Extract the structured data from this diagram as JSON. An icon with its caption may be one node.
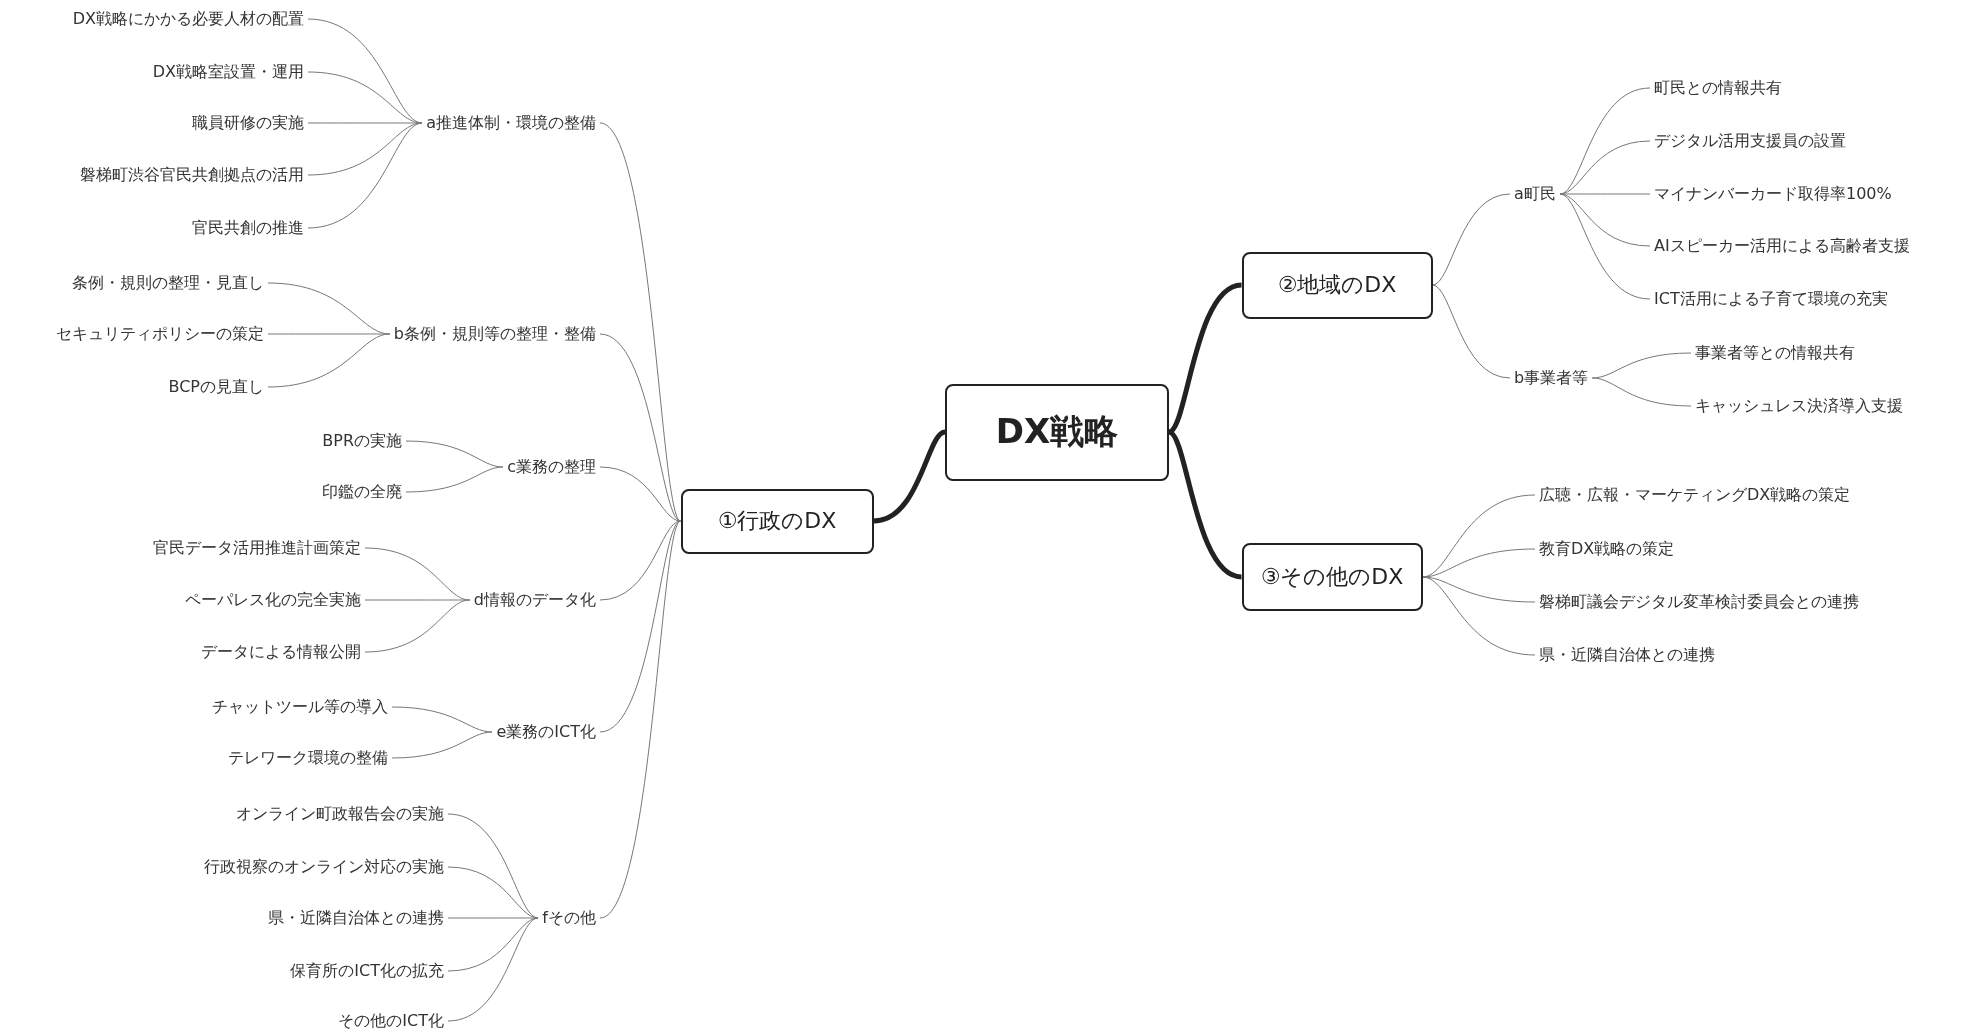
{
  "diagram": {
    "nodes": [
      {
        "text": [
          "DX戦略"
        ]
      },
      {
        "text": [
          "①行政のDX"
        ]
      },
      {
        "text": [
          "②地域のDX"
        ]
      },
      {
        "text": [
          "③その他のDX"
        ]
      },
      {
        "text": [
          "a推進体制・環境の整備"
        ]
      },
      {
        "text": [
          "DX戦略にかかる必要人材の配置"
        ]
      },
      {
        "text": [
          "DX戦略室設置・運用"
        ]
      },
      {
        "text": [
          "職員研修の実施"
        ]
      },
      {
        "text": [
          "磐梯町渋谷官民共創拠点の活用"
        ]
      },
      {
        "text": [
          "官民共創の推進"
        ]
      },
      {
        "text": [
          "b条例・規則等の整理・整備"
        ]
      },
      {
        "text": [
          "条例・規則の整理・見直し"
        ]
      },
      {
        "text": [
          "セキュリティポリシーの策定"
        ]
      },
      {
        "text": [
          "BCPの見直し"
        ]
      },
      {
        "text": [
          "c業務の整理"
        ]
      },
      {
        "text": [
          "BPRの実施"
        ]
      },
      {
        "text": [
          "印鑑の全廃"
        ]
      },
      {
        "text": [
          "d情報のデータ化"
        ]
      },
      {
        "text": [
          "官民データ活用推進計画策定"
        ]
      },
      {
        "text": [
          "ペーパレス化の完全実施"
        ]
      },
      {
        "text": [
          "データによる情報公開"
        ]
      },
      {
        "text": [
          "e業務のICT化"
        ]
      },
      {
        "text": [
          "チャットツール等の導入"
        ]
      },
      {
        "text": [
          "テレワーク環境の整備"
        ]
      },
      {
        "text": [
          "fその他"
        ]
      },
      {
        "text": [
          "オンライン町政報告会の実施"
        ]
      },
      {
        "text": [
          "行政視察のオンライン対応の実施"
        ]
      },
      {
        "text": [
          "県・近隣自治体との連携"
        ]
      },
      {
        "text": [
          "保育所のICT化の拡充"
        ]
      },
      {
        "text": [
          "その他のICT化"
        ]
      },
      {
        "text": [
          "a町民"
        ]
      },
      {
        "text": [
          "町民との情報共有"
        ]
      },
      {
        "text": [
          "デジタル活用支援員の設置"
        ]
      },
      {
        "text": [
          "マイナンバーカード取得率100%"
        ]
      },
      {
        "text": [
          "AIスピーカー活用による高齢者支援"
        ]
      },
      {
        "text": [
          "ICT活用による子育て環境の充実"
        ]
      },
      {
        "text": [
          "b事業者等"
        ]
      },
      {
        "text": [
          "事業者等との情報共有"
        ]
      },
      {
        "text": [
          "キャッシュレス決済導入支援"
        ]
      },
      {
        "text": [
          "広聴・広報・マーケティングDX戦略の策定"
        ]
      },
      {
        "text": [
          "教育DX戦略の策定"
        ]
      },
      {
        "text": [
          "磐梯町議会デジタル変革検討委員会との連携"
        ]
      },
      {
        "text": [
          "県・近隣自治体との連携"
        ]
      }
    ],
    "edges": [
      {
        "from": 0,
        "to": 1,
        "arrow": "none",
        "style": "thick"
      },
      {
        "from": 0,
        "to": 2,
        "arrow": "none",
        "style": "thick"
      },
      {
        "from": 0,
        "to": 3,
        "arrow": "none",
        "style": "thick"
      },
      {
        "from": 1,
        "to": 4,
        "arrow": "none"
      },
      {
        "from": 4,
        "to": 5,
        "arrow": "none"
      },
      {
        "from": 4,
        "to": 6,
        "arrow": "none"
      },
      {
        "from": 4,
        "to": 7,
        "arrow": "none"
      },
      {
        "from": 4,
        "to": 8,
        "arrow": "none"
      },
      {
        "from": 4,
        "to": 9,
        "arrow": "none"
      },
      {
        "from": 1,
        "to": 10,
        "arrow": "none"
      },
      {
        "from": 10,
        "to": 11,
        "arrow": "none"
      },
      {
        "from": 10,
        "to": 12,
        "arrow": "none"
      },
      {
        "from": 10,
        "to": 13,
        "arrow": "none"
      },
      {
        "from": 1,
        "to": 14,
        "arrow": "none"
      },
      {
        "from": 14,
        "to": 15,
        "arrow": "none"
      },
      {
        "from": 14,
        "to": 16,
        "arrow": "none"
      },
      {
        "from": 1,
        "to": 17,
        "arrow": "none"
      },
      {
        "from": 17,
        "to": 18,
        "arrow": "none"
      },
      {
        "from": 17,
        "to": 19,
        "arrow": "none"
      },
      {
        "from": 17,
        "to": 20,
        "arrow": "none"
      },
      {
        "from": 1,
        "to": 21,
        "arrow": "none"
      },
      {
        "from": 21,
        "to": 22,
        "arrow": "none"
      },
      {
        "from": 21,
        "to": 23,
        "arrow": "none"
      },
      {
        "from": 1,
        "to": 24,
        "arrow": "none"
      },
      {
        "from": 24,
        "to": 25,
        "arrow": "none"
      },
      {
        "from": 24,
        "to": 26,
        "arrow": "none"
      },
      {
        "from": 24,
        "to": 27,
        "arrow": "none"
      },
      {
        "from": 24,
        "to": 28,
        "arrow": "none"
      },
      {
        "from": 24,
        "to": 29,
        "arrow": "none"
      },
      {
        "from": 2,
        "to": 30,
        "arrow": "none"
      },
      {
        "from": 30,
        "to": 31,
        "arrow": "none"
      },
      {
        "from": 30,
        "to": 32,
        "arrow": "none"
      },
      {
        "from": 30,
        "to": 33,
        "arrow": "none"
      },
      {
        "from": 30,
        "to": 34,
        "arrow": "none"
      },
      {
        "from": 30,
        "to": 35,
        "arrow": "none"
      },
      {
        "from": 2,
        "to": 36,
        "arrow": "none"
      },
      {
        "from": 36,
        "to": 37,
        "arrow": "none"
      },
      {
        "from": 36,
        "to": 38,
        "arrow": "none"
      },
      {
        "from": 3,
        "to": 39,
        "arrow": "none"
      },
      {
        "from": 3,
        "to": 40,
        "arrow": "none"
      },
      {
        "from": 3,
        "to": 41,
        "arrow": "none"
      },
      {
        "from": 3,
        "to": 42,
        "arrow": "none"
      }
    ]
  }
}
